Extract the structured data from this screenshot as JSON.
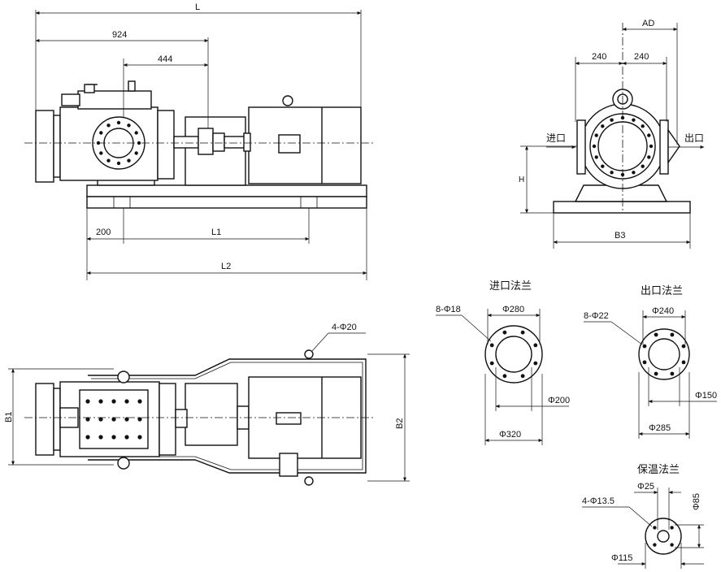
{
  "dimensions": {
    "L": "L",
    "d924": "924",
    "d444": "444",
    "d200": "200",
    "L1": "L1",
    "L2": "L2",
    "AD": "AD",
    "d240a": "240",
    "d240b": "240",
    "H": "H",
    "B3": "B3",
    "B1": "B1",
    "B2": "B2",
    "holes_base": "4-Φ20"
  },
  "labels": {
    "inlet": "进口",
    "outlet": "出口",
    "inlet_flange_title": "进口法兰",
    "outlet_flange_title": "出口法兰",
    "heat_flange_title": "保温法兰"
  },
  "inlet_flange": {
    "holes": "8-Φ18",
    "d_bolt": "Φ280",
    "d_inner": "Φ200",
    "d_outer": "Φ320"
  },
  "outlet_flange": {
    "holes": "8-Φ22",
    "d_bolt": "Φ240",
    "d_inner": "Φ150",
    "d_outer": "Φ285"
  },
  "heat_flange": {
    "d_inner": "Φ25",
    "d_bolt": "Φ85",
    "holes": "4-Φ13.5",
    "d_outer": "Φ115"
  }
}
